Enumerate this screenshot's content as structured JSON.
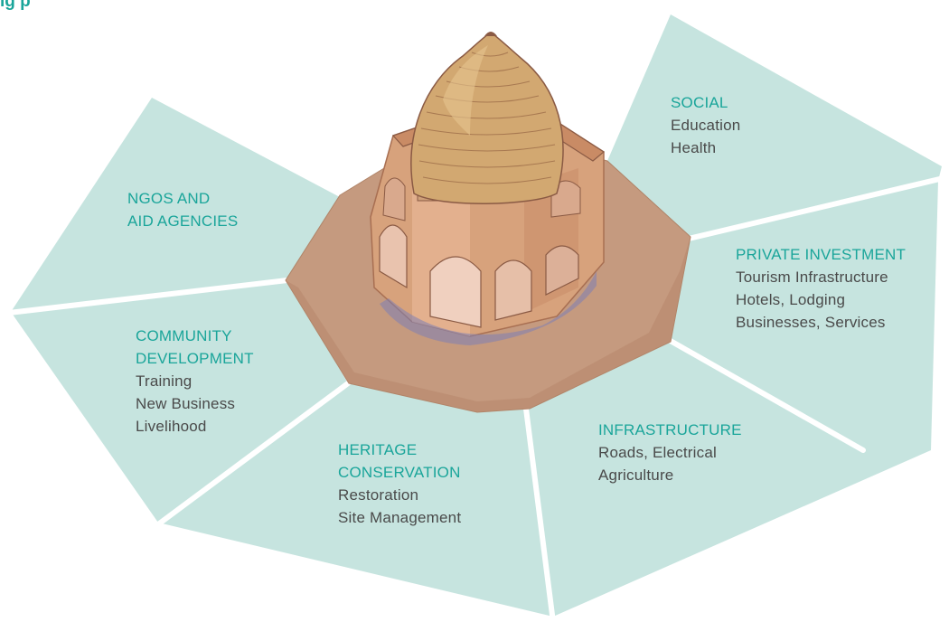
{
  "header_fragment": "ig                           p",
  "segments": {
    "social": {
      "title": "SOCIAL",
      "items": [
        "Education",
        "Health"
      ]
    },
    "ngos": {
      "title_lines": [
        "NGOS AND",
        "AID AGENCIES"
      ]
    },
    "private_investment": {
      "title": "PRIVATE INVESTMENT",
      "items": [
        "Tourism Infrastructure",
        "Hotels, Lodging",
        "Businesses, Services"
      ]
    },
    "community": {
      "title_lines": [
        "COMMUNITY",
        "DEVELOPMENT"
      ],
      "items": [
        "Training",
        "New Business",
        "Livelihood"
      ]
    },
    "heritage": {
      "title_lines": [
        "HERITAGE",
        "CONSERVATION"
      ],
      "items": [
        "Restoration",
        "Site Management"
      ]
    },
    "infrastructure": {
      "title": "INFRASTRUCTURE",
      "items": [
        "Roads, Electrical",
        "Agriculture"
      ]
    }
  },
  "colors": {
    "segment_fill": "#c6e4df",
    "title_teal": "#1aa59a",
    "body_text": "#4a4a4a",
    "divider": "#ffffff",
    "base_fill": "#c59a7f"
  },
  "centerpiece": "monument-illustration"
}
